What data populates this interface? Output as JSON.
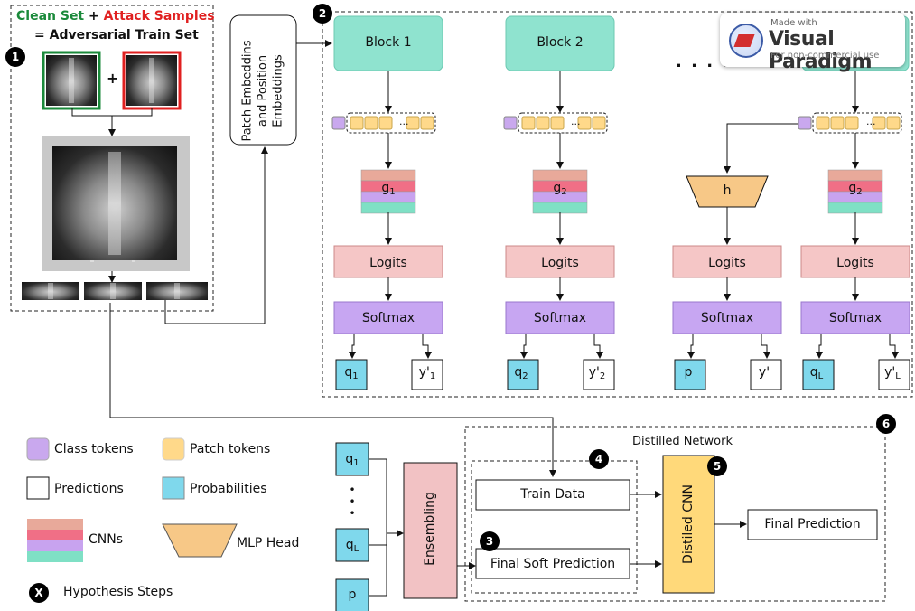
{
  "legend": {
    "clean_set": "Clean Set",
    "plus": "+",
    "attack_samples": "Attack Samples",
    "adversarial_line": "= Adversarial Train Set",
    "class_tokens": "Class tokens",
    "patch_tokens": "Patch tokens",
    "predictions": "Predictions",
    "probabilities": "Probabilities",
    "cnns": "CNNs",
    "mlp_head": "MLP Head",
    "hypothesis_steps": "Hypothesis Steps",
    "hypothesis_badge": "X"
  },
  "steps": [
    "1",
    "2",
    "3",
    "4",
    "5",
    "6"
  ],
  "patch_embedding_label": "Patch Embeddins and Position Embeddings",
  "blocks": {
    "block1": "Block 1",
    "block2": "Block 2",
    "dots": ". . . . .",
    "token_ellipsis": "..."
  },
  "columns": {
    "head1": "g",
    "head1_sub": "1",
    "head2": "g",
    "head2_sub": "2",
    "head3": "h",
    "head4": "g",
    "head4_sub": "2",
    "logits": "Logits",
    "softmax": "Softmax",
    "q1": "q",
    "q1_sub": "1",
    "y1": "y'",
    "y1_sub": "1",
    "q2": "q",
    "q2_sub": "2",
    "y2": "y'",
    "y2_sub": "2",
    "p": "p",
    "yp": "y'",
    "qL": "q",
    "qL_sub": "L",
    "yL": "y'",
    "yL_sub": "L"
  },
  "bottom": {
    "q1": "q",
    "q1_sub": "1",
    "vdots": "•\n•\n•",
    "qL": "q",
    "qL_sub": "L",
    "p": "p",
    "ensembling": "Ensembling",
    "distilled_network": "Distilled Network",
    "train_data": "Train Data",
    "final_soft_prediction": "Final Soft Prediction",
    "distiled_cnn": "Distiled CNN",
    "final_prediction": "Final Prediction"
  },
  "watermark": {
    "made_with": "Made with",
    "brand": "Visual Paradigm",
    "note": "For non-commercial use"
  },
  "colors": {
    "teal": "#8fe3cf",
    "class_token": "#c9a8ee",
    "patch_token": "#ffd98a",
    "logits": "#f5c6c6",
    "softmax": "#c7a6f2",
    "prob": "#7fd8ec",
    "mlp": "#f7c887",
    "ensembling": "#f2c2c4",
    "distilled_cnn": "#ffd97a",
    "cnn_stack": [
      "#e8a99a",
      "#f06f86",
      "#c8a3ef",
      "#7fe0c5"
    ],
    "clean_green": "#1b8a3b",
    "attack_red": "#e02020"
  }
}
